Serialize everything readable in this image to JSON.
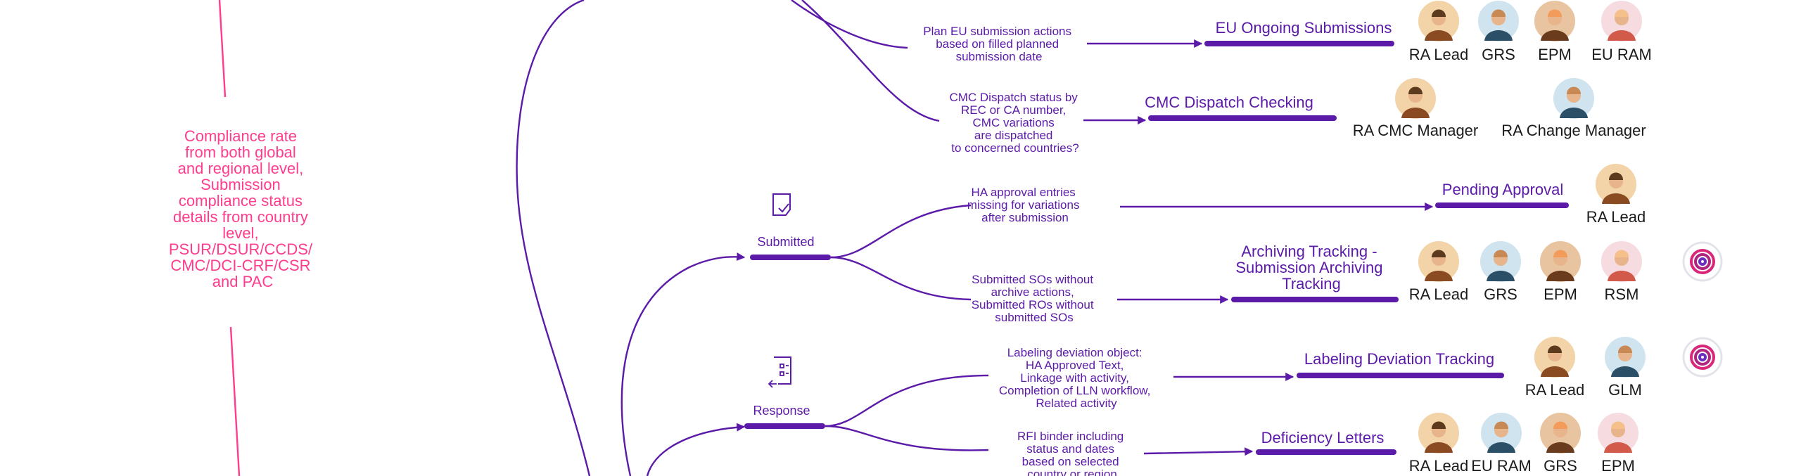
{
  "compliance_note": [
    "Compliance rate",
    "from both global",
    "and regional level,",
    "Submission",
    "compliance status",
    "details from country",
    "level,",
    "PSUR/DSUR/CCDS/",
    "CMC/DCI-CRF/CSR",
    "and PAC"
  ],
  "stages": {
    "submitted": "Submitted",
    "response": "Response"
  },
  "nodes": [
    {
      "description": [
        "Plan EU submission actions",
        "based on filled planned",
        "submission date"
      ],
      "title": [
        "EU Ongoing Submissions"
      ],
      "roles": [
        "RA Lead",
        "GRS",
        "EPM",
        "EU RAM"
      ],
      "target_icon": false
    },
    {
      "description": [
        "CMC Dispatch status by",
        "REC or CA number,",
        "CMC variations",
        "are dispatched",
        "to concerned countries?"
      ],
      "title": [
        "CMC Dispatch Checking"
      ],
      "roles": [
        "RA CMC Manager",
        "RA Change Manager"
      ],
      "target_icon": false
    },
    {
      "description": [
        "HA approval entries",
        "missing for variations",
        "after submission"
      ],
      "title": [
        "Pending Approval"
      ],
      "roles": [
        "RA Lead"
      ],
      "target_icon": false
    },
    {
      "description": [
        "Submitted SOs without",
        "archive actions,",
        "Submitted ROs without",
        "submitted SOs"
      ],
      "title": [
        "Archiving Tracking -",
        "Submission Archiving",
        "Tracking"
      ],
      "roles": [
        "RA Lead",
        "GRS",
        "EPM",
        "RSM"
      ],
      "target_icon": true
    },
    {
      "description": [
        "Labeling deviation object:",
        "HA Approved Text,",
        "Linkage with activity,",
        "Completion of LLN workflow,",
        "Related activity"
      ],
      "title": [
        "Labeling Deviation Tracking"
      ],
      "roles": [
        "RA Lead",
        "GLM"
      ],
      "target_icon": true
    },
    {
      "description": [
        "RFI binder including",
        "status and dates",
        "based on selected",
        "country or region"
      ],
      "title": [
        "Deficiency Letters"
      ],
      "roles": [
        "RA Lead",
        "EU RAM",
        "GRS",
        "EPM"
      ],
      "target_icon": false
    }
  ],
  "icons": {
    "submitted": "document-check-icon",
    "response": "checklist-return-icon",
    "avatar": "avatar",
    "target": "target-app-icon"
  },
  "colors": {
    "primary": "#5b1aa8",
    "compliance": "#ff3c8e",
    "role_text": "#1b1b1b",
    "background": "#ffffff"
  }
}
